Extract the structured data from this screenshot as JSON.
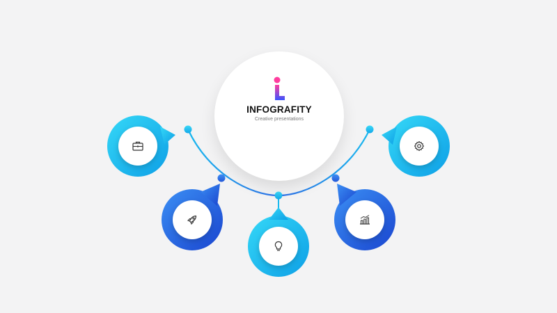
{
  "brand": {
    "title": "INFOGRAFITY",
    "subtitle": "Creative presentations"
  },
  "colors": {
    "background": "#f3f3f4",
    "cyan_light": "#2fd3f5",
    "cyan_dark": "#0fa0e8",
    "blue_light": "#2f7ff0",
    "blue_dark": "#1f4fd6",
    "line_light": "#19b8ee",
    "line_dark": "#2f6fe8",
    "logo_top": "#ff3d9e",
    "logo_bottom": "#3a55ff"
  },
  "nodes": [
    {
      "name": "briefcase",
      "icon": "briefcase-icon",
      "style": "cyan"
    },
    {
      "name": "rocket",
      "icon": "rocket-icon",
      "style": "blue"
    },
    {
      "name": "lightbulb",
      "icon": "lightbulb-icon",
      "style": "cyan"
    },
    {
      "name": "chart",
      "icon": "bar-chart-icon",
      "style": "blue"
    },
    {
      "name": "gear",
      "icon": "gear-icon",
      "style": "cyan"
    }
  ]
}
